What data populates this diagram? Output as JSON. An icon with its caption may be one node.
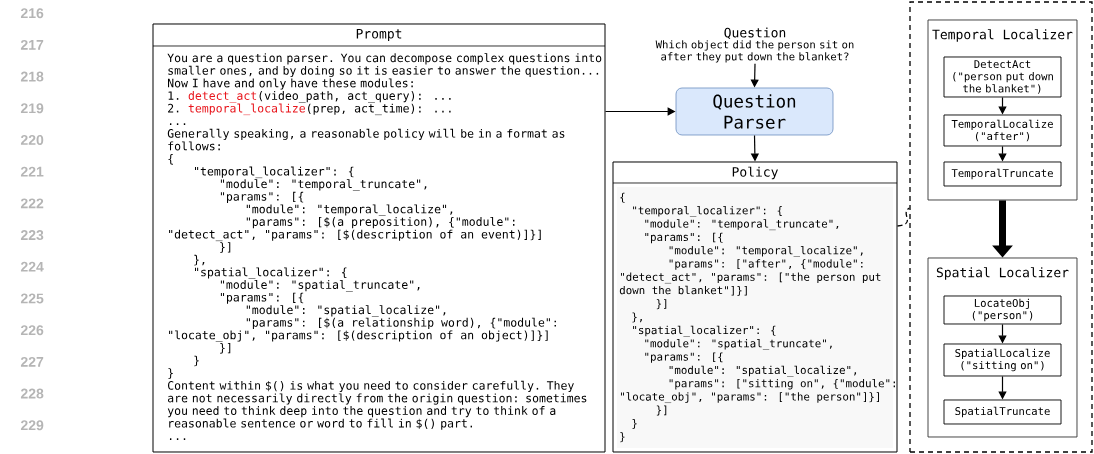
{
  "diagram": {
    "nodes": [
      {
        "text": [
          "Prompt",
          "You are a question parser. You can decompose complex questions into smaller ones, and by doing so it is easier to answer the question... Now I have and only have these modules:",
          "1.",
          "detect_act",
          "(video_path, act_query): ...",
          "2.",
          "temporal_localize",
          "(prep, act_time): ...",
          "...",
          "Generally speaking, a reasonable policy will be in a format as follows:",
          "{",
          "\"temporal_localizer\": {",
          "\"module\": \"temporal_truncate\",",
          "\"params\": [{",
          "\"module\": \"temporal_localize\",",
          "\"params\": [$(a preposition), {\"module\":",
          "\"detect_act\", \"params\": [$(description of an event)]}]",
          "}]",
          "},",
          "\"spatial_localizer\": {",
          "\"module\": \"spatial_truncate\",",
          "\"params\": [{",
          "\"module\": \"spatial_localize\",",
          "\"params\": [$(a relationship word), {\"module\":",
          "\"locate_obj\", \"params\": [$(description of an object)]}]",
          "}]",
          "}",
          "}",
          "Content within $() is what you need to consider carefully. They are not necessarily directly from the origin question: sometimes you need to think deep into the question and try to think of a reasonable sentence or word to fill in $() part.",
          "..."
        ]
      },
      {
        "text": [
          "Question",
          "Which object did the person sit on after they put down the blanket?"
        ]
      },
      {
        "text": [
          "Question Parser"
        ]
      },
      {
        "text": [
          "Policy",
          "{",
          "\"temporal_localizer\": {",
          "\"module\": \"temporal_truncate\",",
          "\"params\": [{",
          "\"module\": \"temporal_localize\",",
          "\"params\": [\"after\", {\"module\":",
          "\"detect_act\", \"params\": [\"the person put",
          "down the blanket\"]}]",
          "}]",
          "},",
          "\"spatial_localizer\": {",
          "\"module\": \"spatial_truncate\",",
          "\"params\": [{",
          "\"module\": \"spatial_localize\",",
          "\"params\": [\"sitting on\", {\"module\":",
          "\"locate_obj\", \"params\": [\"the person\"]}]",
          "}]",
          "}",
          "}"
        ]
      },
      {
        "text": [],
        "shape": "box"
      },
      {
        "text": [
          "Temporal Localizer"
        ],
        "in": 4
      },
      {
        "text": [
          "DetectAct",
          "(\"person put down the blanket\")"
        ],
        "in": 5
      },
      {
        "text": [
          "TemporalLocalize",
          "(\"after\")"
        ],
        "in": 5
      },
      {
        "text": [
          "TemporalTruncate"
        ],
        "in": 5
      },
      {
        "text": [
          "Spatial Localizer"
        ],
        "in": 4
      },
      {
        "text": [
          "LocateObj",
          "(\"person\")"
        ],
        "in": 9
      },
      {
        "text": [
          "SpatialLocalize",
          "(\"sitting on\")"
        ],
        "in": 9
      },
      {
        "text": [
          "SpatialTruncate"
        ],
        "in": 9
      }
    ],
    "edges": [
      {
        "from": 0,
        "to": 2,
        "arrow": "to"
      },
      {
        "from": 1,
        "to": 2,
        "arrow": "to"
      },
      {
        "from": 2,
        "to": 3,
        "arrow": "to"
      },
      {
        "from": 3,
        "to": 4,
        "arrow": "none",
        "style": "dashed"
      },
      {
        "from": 6,
        "to": 7,
        "arrow": "to"
      },
      {
        "from": 7,
        "to": 8,
        "arrow": "to"
      },
      {
        "from": 5,
        "to": 9,
        "arrow": "to",
        "style": "thick"
      },
      {
        "from": 10,
        "to": 11,
        "arrow": "to"
      },
      {
        "from": 11,
        "to": 12,
        "arrow": "to"
      }
    ],
    "labels": [
      "216",
      "217",
      "218",
      "219",
      "220",
      "221",
      "222",
      "223",
      "224",
      "225",
      "226",
      "227",
      "228",
      "229"
    ]
  }
}
